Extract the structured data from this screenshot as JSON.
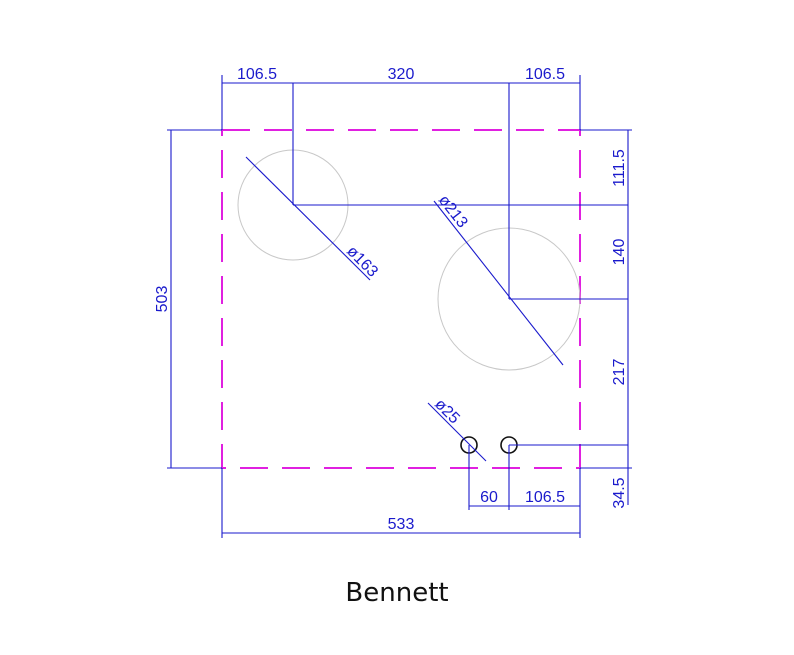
{
  "caption": "Bennett",
  "colors": {
    "dimension": "#1a1acc",
    "outline": "#e020e0",
    "cutout": "#c8c8c8",
    "hole": "#111111"
  },
  "dimensions": {
    "top_left": "106.5",
    "top_middle": "320",
    "top_right": "106.5",
    "left_height": "503",
    "right_top": "111.5",
    "right_middle": "140",
    "right_lower": "217",
    "right_bottom": "34.5",
    "bottom_width": "533",
    "bottom_hole_spacing": "60",
    "bottom_hole_offset": "106.5"
  },
  "diameters": {
    "small_bowl": "ø163",
    "large_bowl": "ø213",
    "tap_hole": "ø25"
  }
}
